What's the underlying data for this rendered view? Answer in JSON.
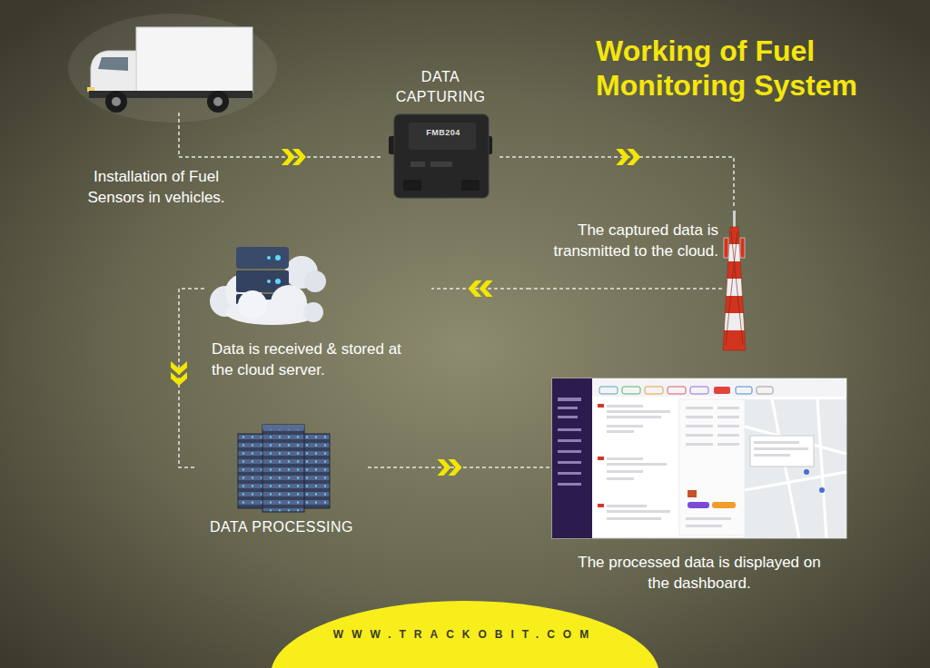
{
  "diagram": {
    "title": "Working of Fuel Monitoring System",
    "nodes": [
      {
        "text": [
          "Installation of Fuel Sensors in vehicles."
        ]
      },
      {
        "text": [
          "DATA CAPTURING"
        ]
      },
      {
        "text": [
          "The captured data is transmitted to the cloud."
        ]
      },
      {
        "text": [
          "Data is received & stored at the cloud server."
        ]
      },
      {
        "text": [
          "DATA PROCESSING"
        ]
      },
      {
        "text": [
          "The processed data is displayed on the dashboard."
        ]
      }
    ],
    "edges": [
      {
        "from": 0,
        "to": 1,
        "arrow": "to"
      },
      {
        "from": 1,
        "to": 2,
        "arrow": "to"
      },
      {
        "from": 2,
        "to": 3,
        "arrow": "to"
      },
      {
        "from": 3,
        "to": 4,
        "arrow": "to"
      },
      {
        "from": 4,
        "to": 5,
        "arrow": "to"
      }
    ],
    "labels": [
      "FMB204",
      "WWW.TRACKOBIT.COM"
    ]
  }
}
